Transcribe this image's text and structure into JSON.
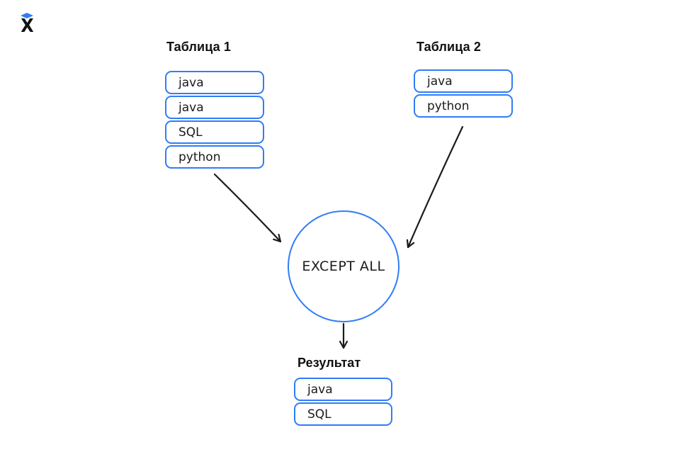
{
  "logo": {
    "icon": "hexlet-logo",
    "letter": "X",
    "diamond_color": "#2F7DF6"
  },
  "colors": {
    "accent_blue": "#2F7DF6",
    "ink": "#1b1b1b",
    "background": "#ffffff"
  },
  "diagram": {
    "table1": {
      "title": "Таблица 1",
      "rows": [
        "java",
        "java",
        "SQL",
        "python"
      ]
    },
    "table2": {
      "title": "Таблица 2",
      "rows": [
        "java",
        "python"
      ]
    },
    "operation": {
      "label": "EXCEPT ALL",
      "shape": "circle"
    },
    "result": {
      "title": "Результат",
      "rows": [
        "java",
        "SQL"
      ]
    },
    "arrows": [
      {
        "from": "table1",
        "to": "except-all-circle"
      },
      {
        "from": "table2",
        "to": "except-all-circle"
      },
      {
        "from": "except-all-circle",
        "to": "result-table"
      }
    ]
  }
}
